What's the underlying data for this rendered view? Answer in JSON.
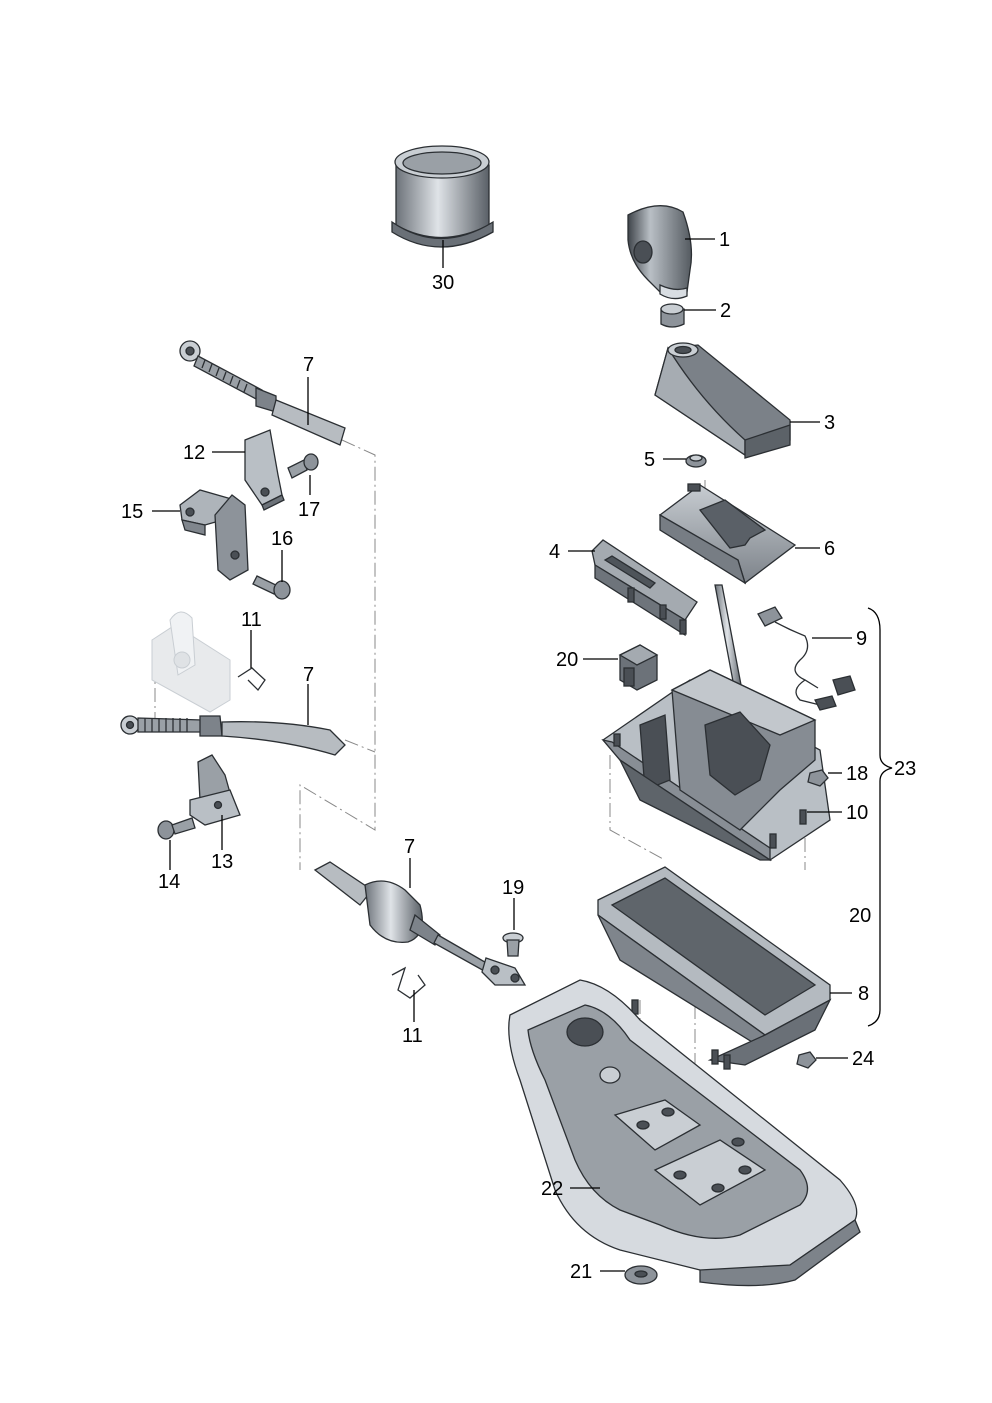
{
  "callouts": {
    "c1": "1",
    "c2": "2",
    "c3": "3",
    "c4": "4",
    "c5": "5",
    "c6": "6",
    "c7a": "7",
    "c7b": "7",
    "c7c": "7",
    "c8": "8",
    "c9": "9",
    "c10": "10",
    "c11a": "11",
    "c11b": "11",
    "c12": "12",
    "c13": "13",
    "c14": "14",
    "c15": "15",
    "c16": "16",
    "c17": "17",
    "c18": "18",
    "c19": "19",
    "c20a": "20",
    "c20b": "20",
    "c21": "21",
    "c22": "22",
    "c23": "23",
    "c24": "24",
    "c30": "30"
  },
  "colors": {
    "ink": "#000000",
    "part_dark": "#4a4f55",
    "part_mid": "#8d939a",
    "part_light": "#c9ced3",
    "dash": "#888888"
  }
}
